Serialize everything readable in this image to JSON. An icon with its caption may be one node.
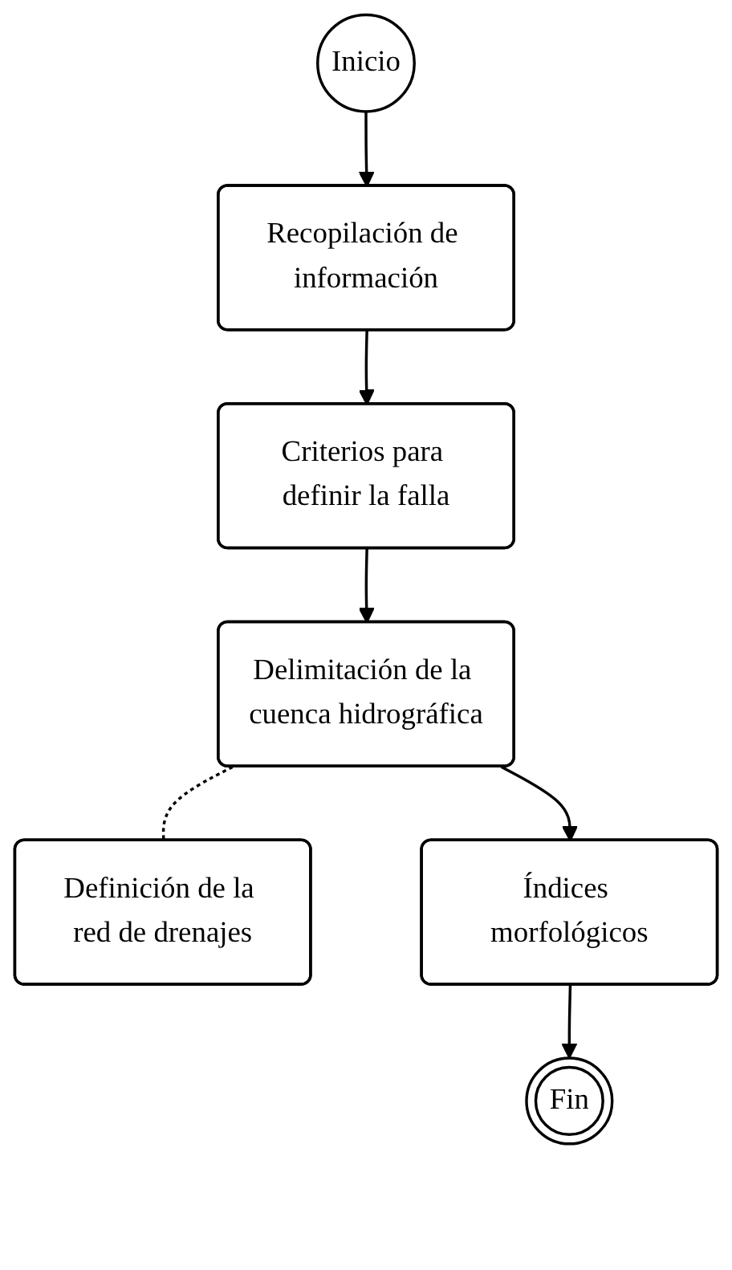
{
  "diagram": {
    "nodes": [
      {
        "text": [
          "Inicio"
        ]
      },
      {
        "text": [
          "Recopilación de información"
        ]
      },
      {
        "text": [
          "Criterios para definir la falla"
        ]
      },
      {
        "text": [
          "Delimitación de la cuenca hidrográfica"
        ]
      },
      {
        "text": [
          "Definición de la red de drenajes"
        ]
      },
      {
        "text": [
          "Índices morfológicos"
        ]
      },
      {
        "text": [
          "Fin"
        ]
      }
    ],
    "edges": [
      {
        "from": 0,
        "to": 1,
        "arrow": "to"
      },
      {
        "from": 1,
        "to": 2,
        "arrow": "to"
      },
      {
        "from": 2,
        "to": 3,
        "arrow": "to"
      },
      {
        "from": 3,
        "to": 4,
        "arrow": "none",
        "style": "dashed"
      },
      {
        "from": 3,
        "to": 5,
        "arrow": "to"
      },
      {
        "from": 5,
        "to": 6,
        "arrow": "to"
      }
    ]
  }
}
